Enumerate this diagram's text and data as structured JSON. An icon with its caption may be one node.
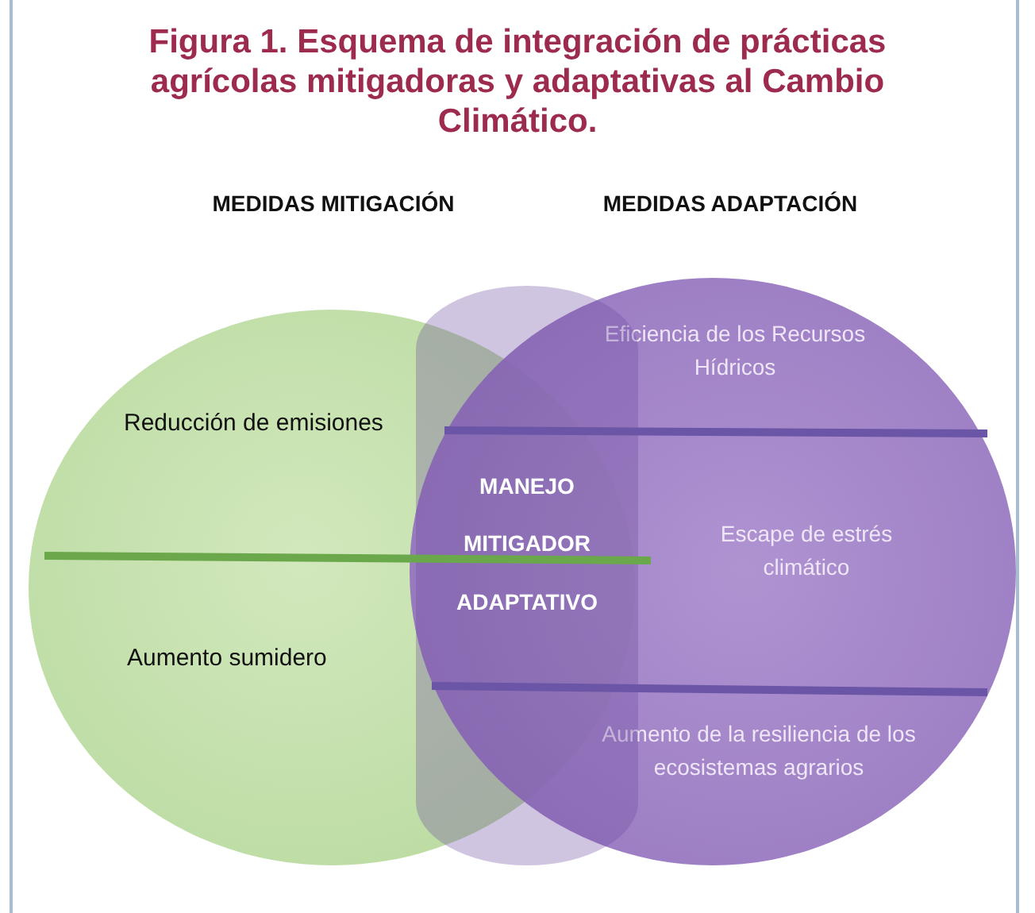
{
  "diagram": {
    "title": "Figura 1. Esquema de integración de prácticas agrícolas mitigadoras y adaptativas al Cambio Climático.",
    "nodes": [
      {
        "text": [
          "Reducción de emisiones",
          "Aumento sumidero"
        ]
      },
      {
        "text": [
          "Eficiencia de los Recursos Hídricos",
          "Escape de estrés climático",
          "Aumento de la resiliencia de los ecosistemas agrarios"
        ]
      },
      {
        "text": [
          "MANEJO MITIGADOR ADAPTATIVO"
        ]
      }
    ],
    "labels": [
      "MEDIDAS MITIGACIÓN",
      "MEDIDAS ADAPTACIÓN"
    ]
  }
}
